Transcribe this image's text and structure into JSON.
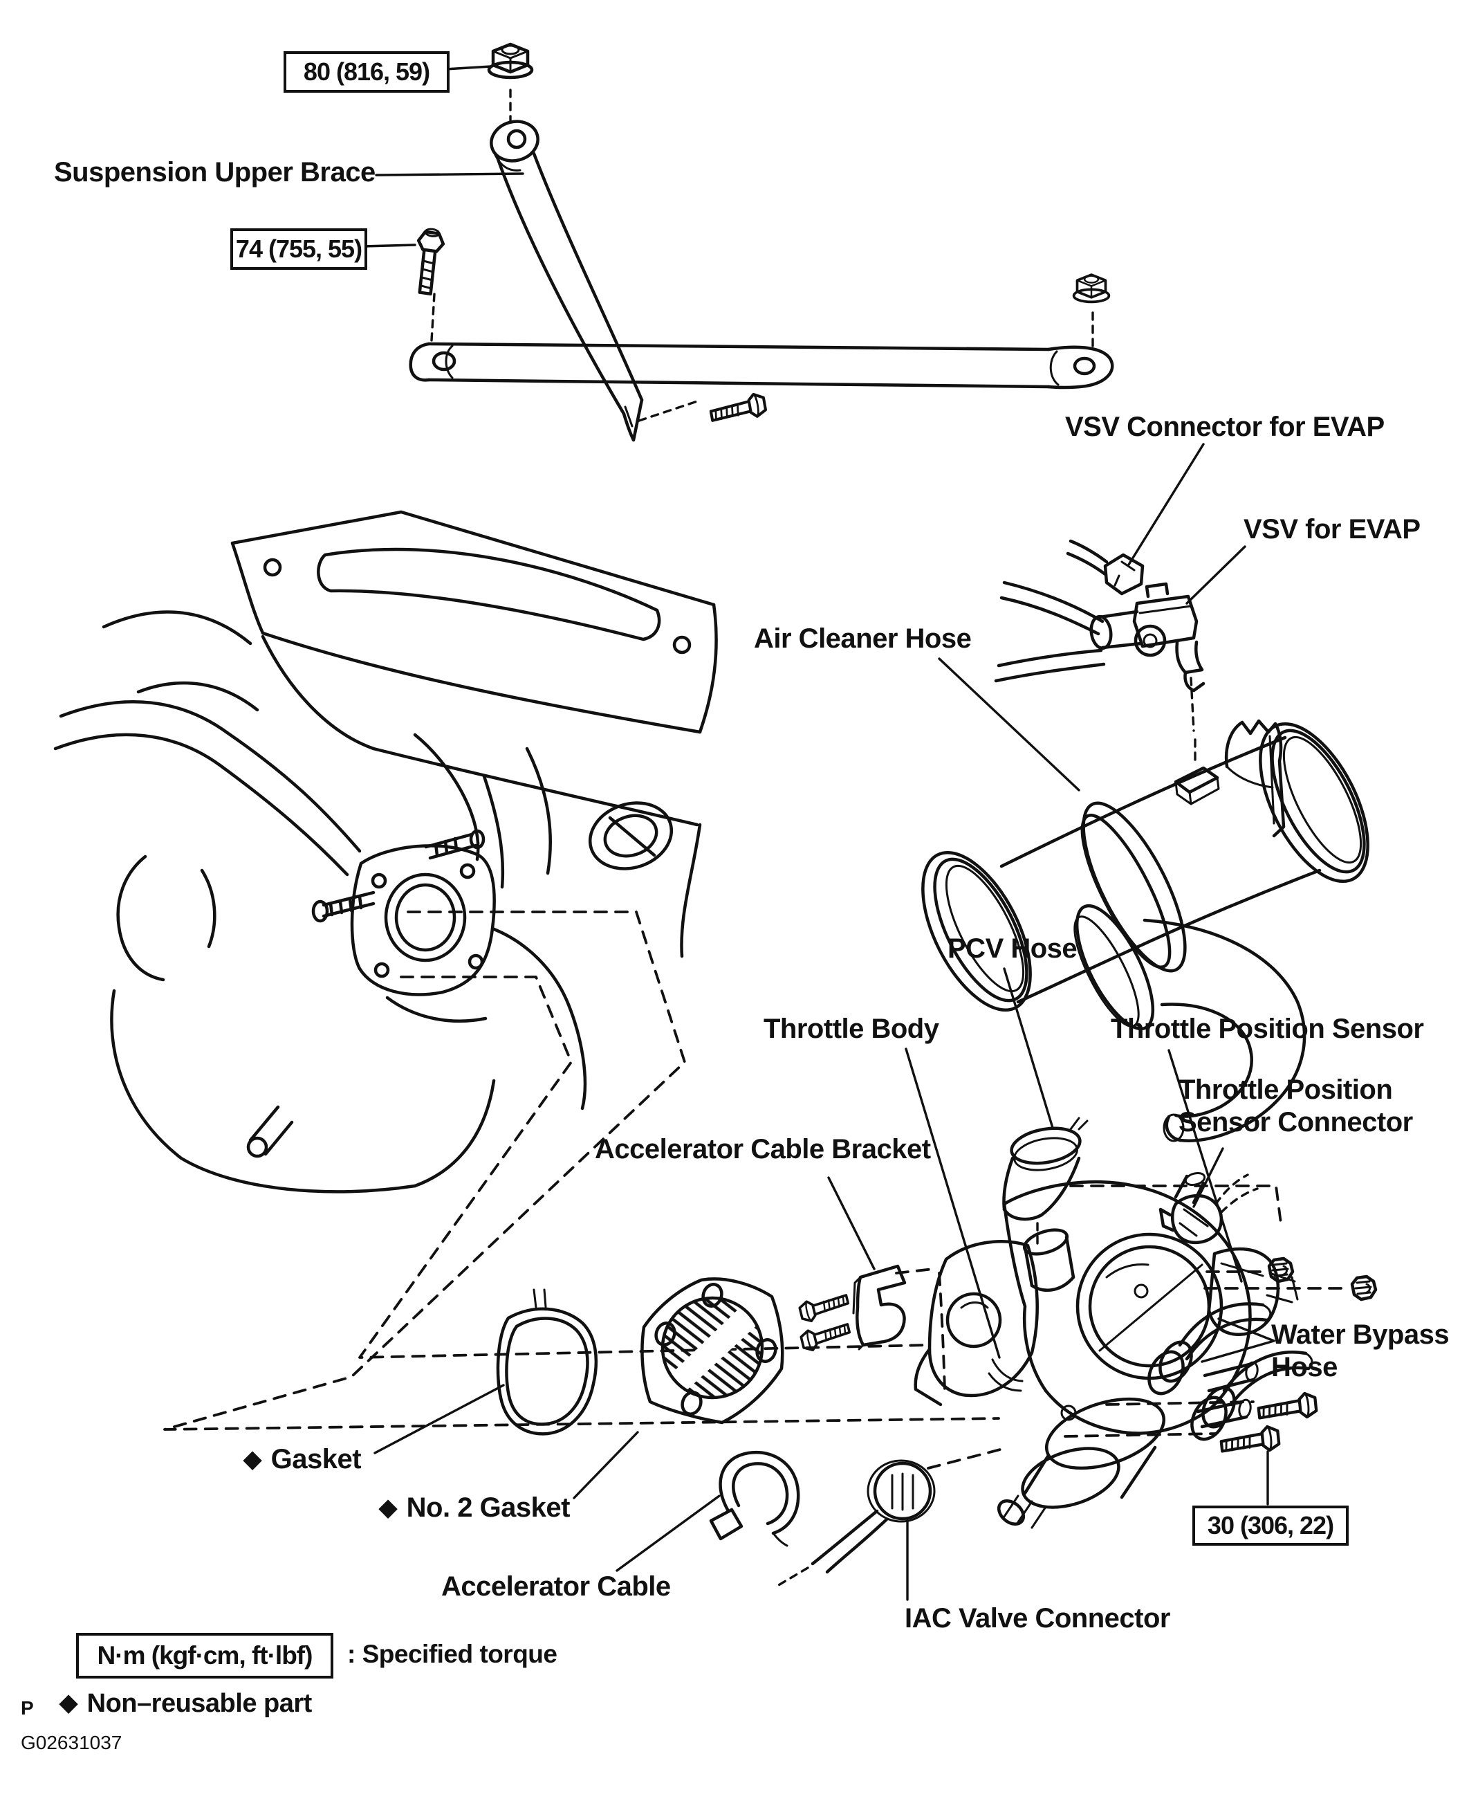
{
  "labels": {
    "torque_80": "80 (816, 59)",
    "suspension_upper_brace": "Suspension Upper Brace",
    "torque_74": "74 (755, 55)",
    "vsv_connector_evap": "VSV Connector for EVAP",
    "vsv_evap": "VSV for EVAP",
    "air_cleaner_hose": "Air Cleaner Hose",
    "pcv_hose": "PCV Hose",
    "throttle_body": "Throttle Body",
    "throttle_position_sensor": "Throttle Position Sensor",
    "tps_connector_line1": "Throttle Position",
    "tps_connector_line2": "Sensor Connector",
    "accelerator_cable_bracket": "Accelerator Cable Bracket",
    "water_bypass_line1": "Water Bypass",
    "water_bypass_line2": "Hose",
    "gasket": "Gasket",
    "no2_gasket": "No. 2 Gasket",
    "accelerator_cable": "Accelerator Cable",
    "iac_valve_connector": "IAC Valve Connector",
    "torque_30": "30 (306, 22)",
    "legend_torque_box": "N·m (kgf·cm, ft·lbf)",
    "legend_torque_text": ": Specified torque",
    "legend_non_reusable": "Non–reusable part",
    "page_marker": "P",
    "figure_code": "G02631037"
  },
  "icons": {
    "diamond": "◆"
  },
  "colors": {
    "ink": "#111111",
    "background": "#ffffff"
  }
}
